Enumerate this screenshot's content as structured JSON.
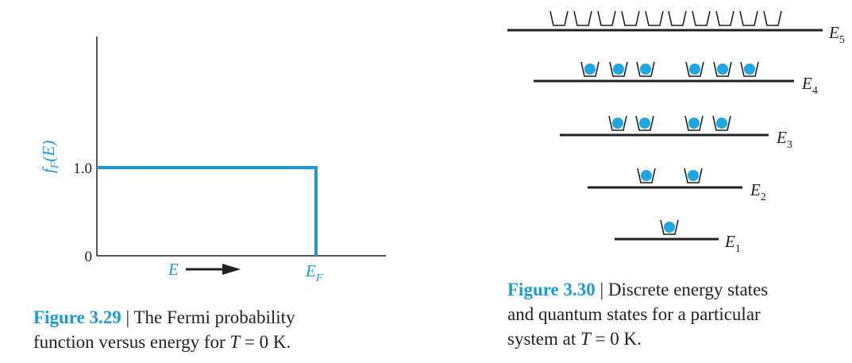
{
  "left_figure": {
    "y_axis_label_main": "f",
    "y_axis_label_sub": "F",
    "y_axis_label_arg": "(E)",
    "tick_one": "1.0",
    "tick_zero": "0",
    "x_label": "E",
    "fermi_label_main": "E",
    "fermi_label_sub": "F",
    "caption_number": "Figure 3.29",
    "caption_sep": " | ",
    "caption_line1": "The Fermi probability",
    "caption_line2_pre": "function versus energy for ",
    "caption_T": "T",
    "caption_line2_post": " = 0 K."
  },
  "right_figure": {
    "levels": [
      {
        "name": "E",
        "sub": "5",
        "electrons": 0,
        "states": 10
      },
      {
        "name": "E",
        "sub": "4",
        "electrons": 6,
        "states": 6
      },
      {
        "name": "E",
        "sub": "3",
        "electrons": 4,
        "states": 4
      },
      {
        "name": "E",
        "sub": "2",
        "electrons": 2,
        "states": 2
      },
      {
        "name": "E",
        "sub": "1",
        "electrons": 1,
        "states": 1
      }
    ],
    "caption_number": "Figure 3.30",
    "caption_sep": " | ",
    "caption_line1": "Discrete energy states",
    "caption_line2": "and quantum states for a particular",
    "caption_line3_pre": "system at ",
    "caption_T": "T",
    "caption_line3_post": " = 0 K."
  },
  "colors": {
    "accent": "#1b9ad6",
    "ink": "#231f20",
    "electron": "#1ea7e1"
  }
}
